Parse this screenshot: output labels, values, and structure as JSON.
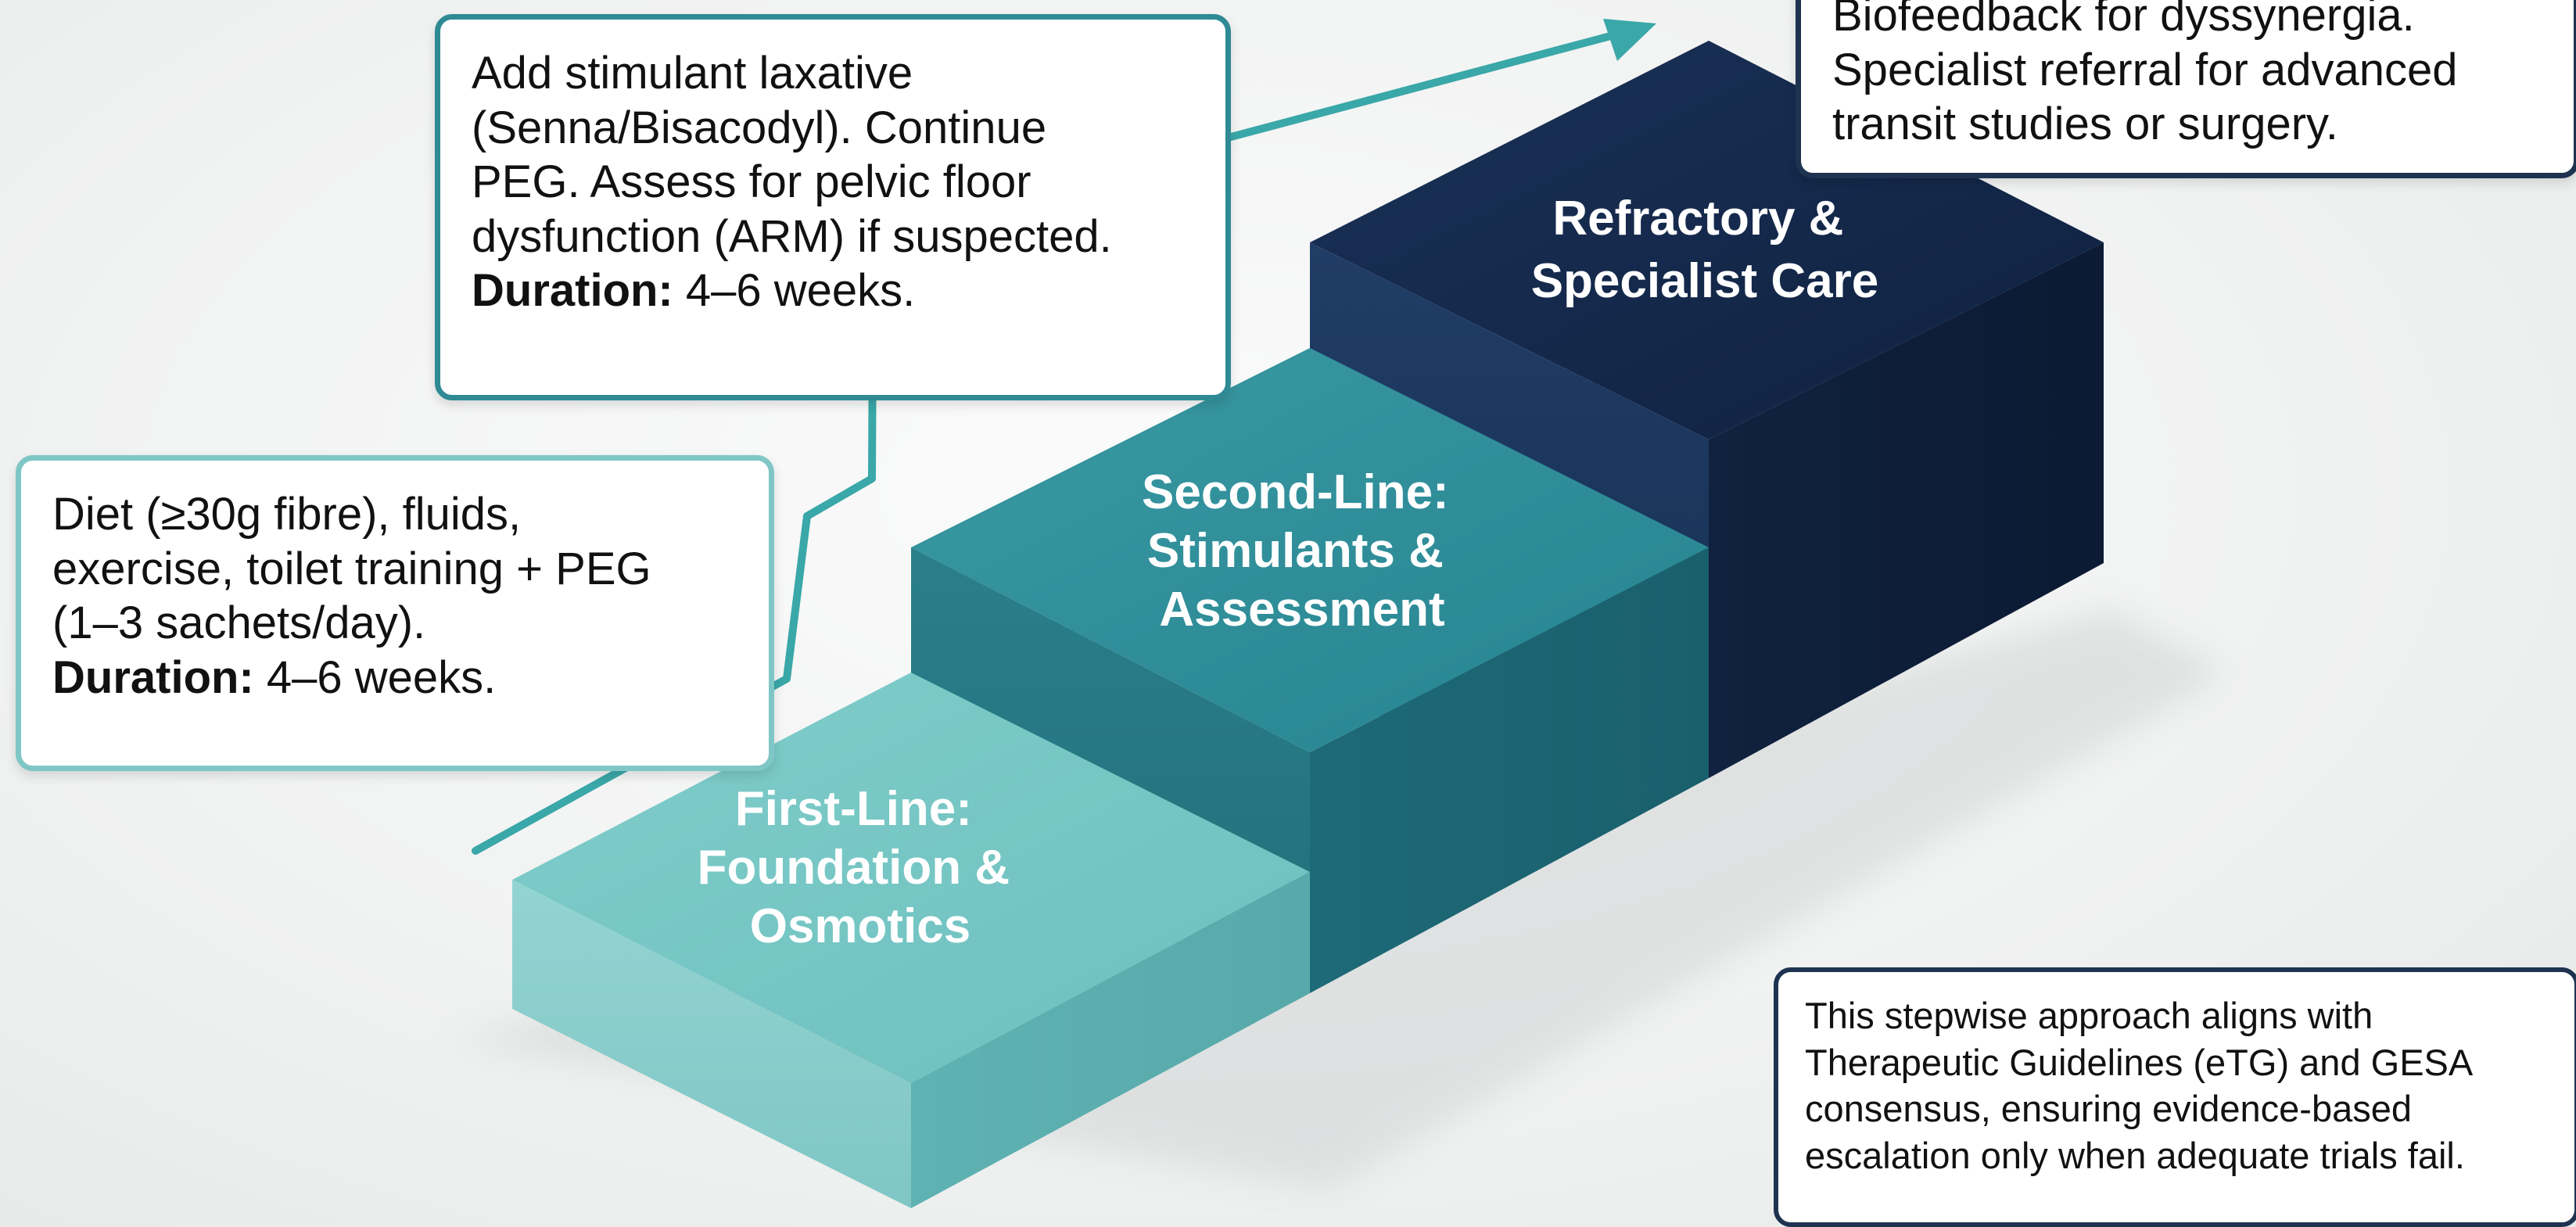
{
  "steps": [
    {
      "id": "first",
      "label_lines": [
        "First-Line:",
        "Foundation &",
        "Osmotics"
      ],
      "callout_lines": [
        "Diet (≥30g fibre), fluids,",
        "exercise, toilet training + PEG",
        "(1–3 sachets/day)."
      ],
      "duration_label": "Duration:",
      "duration_value": " 4–6 weeks."
    },
    {
      "id": "second",
      "label_lines": [
        "Second-Line:",
        "Stimulants &",
        "Assessment"
      ],
      "callout_lines": [
        "Add stimulant laxative",
        "(Senna/Bisacodyl). Continue",
        "PEG. Assess for pelvic floor",
        "dysfunction (ARM) if suspected."
      ],
      "duration_label": "Duration:",
      "duration_value": " 4–6 weeks."
    },
    {
      "id": "refractory",
      "label_lines": [
        "Refractory &",
        "Specialist Care"
      ],
      "callout_lines": [
        "Biofeedback for dyssynergia.",
        "Specialist referral for advanced",
        "transit studies or surgery."
      ]
    }
  ],
  "note": {
    "lines": [
      "This stepwise approach aligns with",
      "Therapeutic Guidelines (eTG) and GESA",
      "consensus, ensuring evidence-based",
      "escalation only when adequate trials fail."
    ]
  },
  "colors": {
    "step1_top": "#6fc2c1",
    "step1_front": "#8fd1cf",
    "step2_top": "#2c8b95",
    "step2_front": "#1f6f7b",
    "step3_top": "#13284a",
    "step3_front": "#1a3358",
    "arrow": "#3aa7a8"
  },
  "icons": [
    "progression-arrow-icon"
  ]
}
